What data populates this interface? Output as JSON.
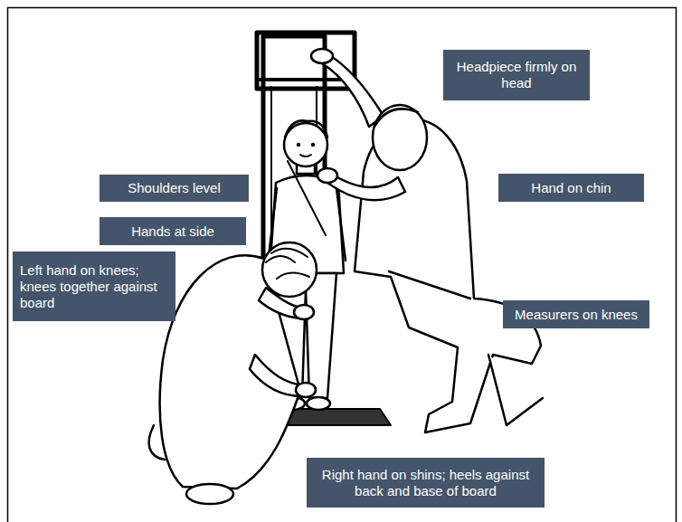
{
  "diagram": {
    "nodes": [
      {
        "text": [
          "Headpiece firmly on head"
        ]
      },
      {
        "text": [
          "Shoulders level"
        ]
      },
      {
        "text": [
          "Hand on chin"
        ]
      },
      {
        "text": [
          "Hands at side"
        ]
      },
      {
        "text": [
          "Left hand on knees; knees together against board"
        ]
      },
      {
        "text": [
          "Measurers on knees"
        ]
      },
      {
        "text": [
          "Right hand on shins; heels against back and base of board"
        ]
      }
    ]
  }
}
